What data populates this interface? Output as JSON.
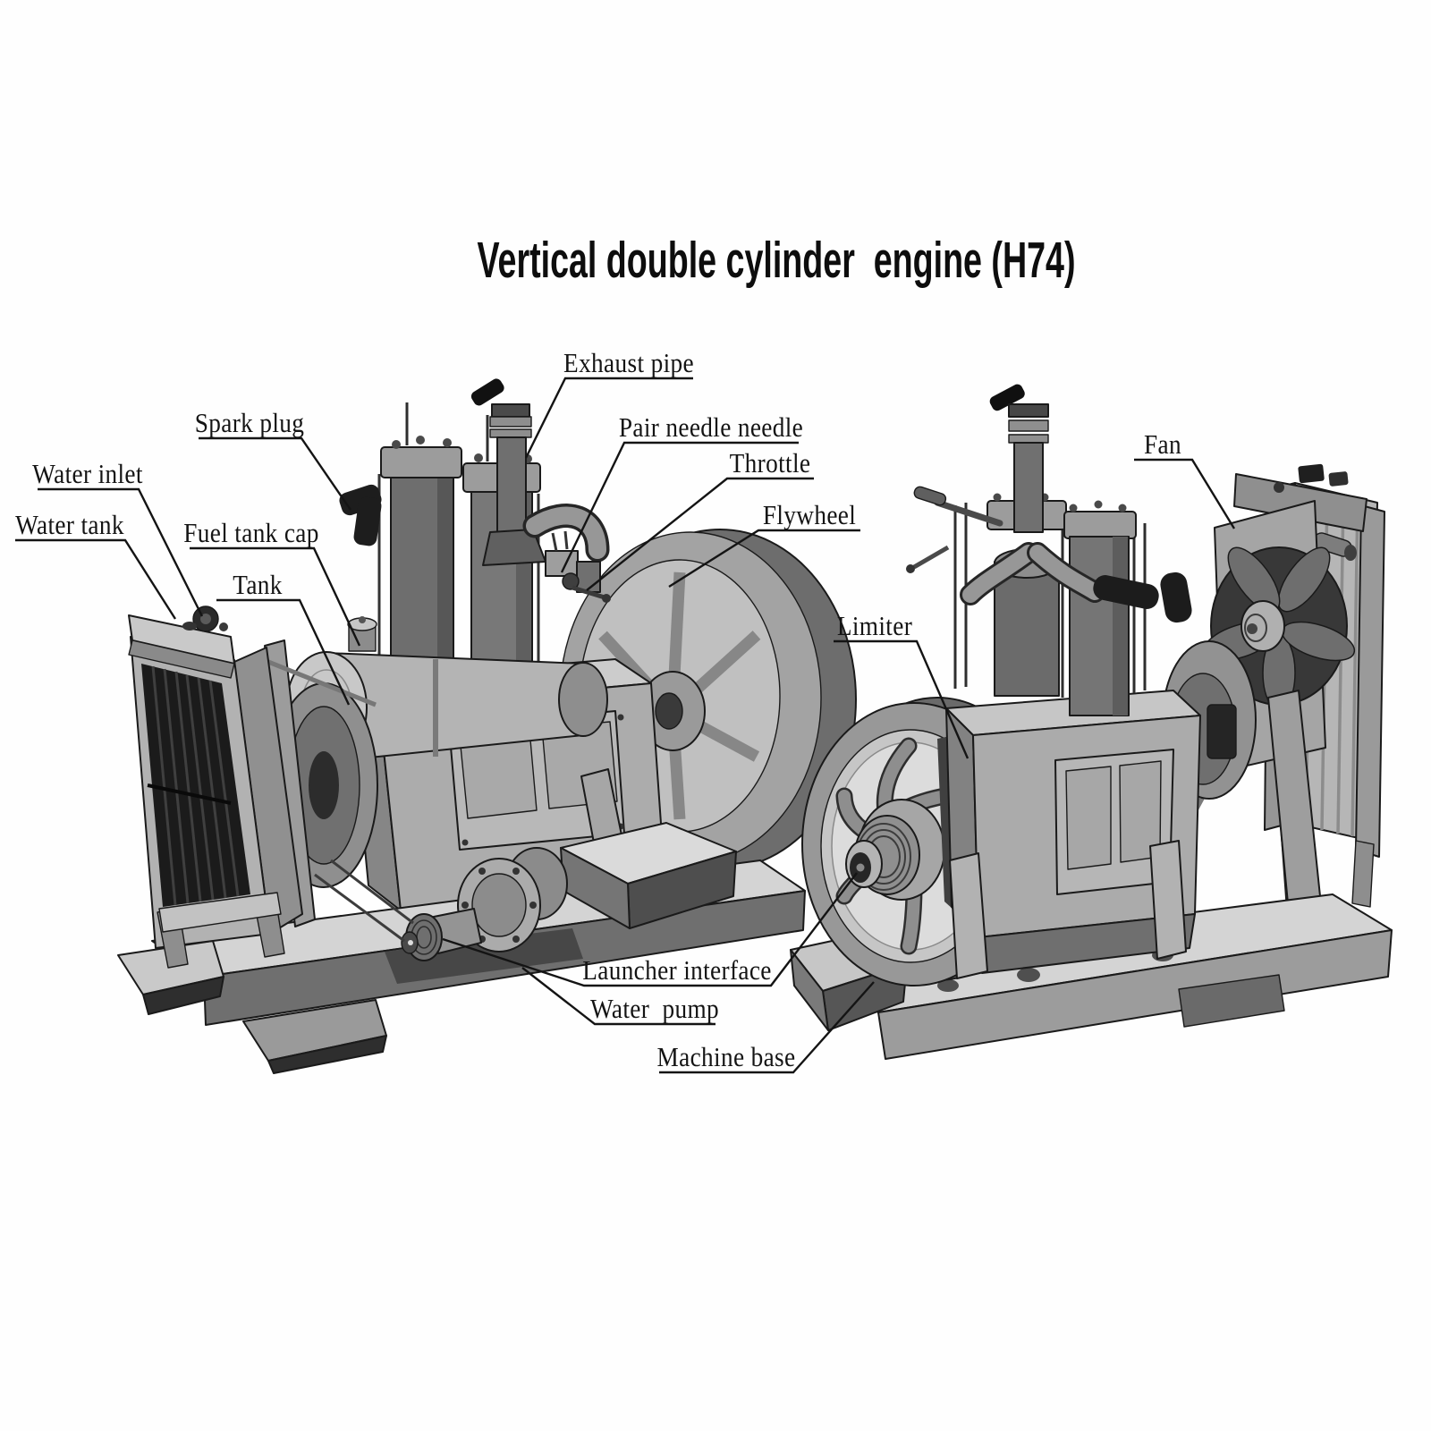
{
  "title": "Vertical double cylinder  engine (H74)",
  "labels": {
    "exhaust_pipe": "Exhaust pipe",
    "spark_plug": "Spark plug",
    "pair_needle_needle": "Pair needle needle",
    "throttle": "Throttle",
    "flywheel": "Flywheel",
    "water_inlet": "Water inlet",
    "water_tank": "Water tank",
    "fuel_tank_cap": "Fuel tank cap",
    "tank": "Tank",
    "limiter": "Limiter",
    "fan": "Fan",
    "launcher_interface": "Launcher interface",
    "water_pump": "Water  pump",
    "machine_base": "Machine base"
  }
}
